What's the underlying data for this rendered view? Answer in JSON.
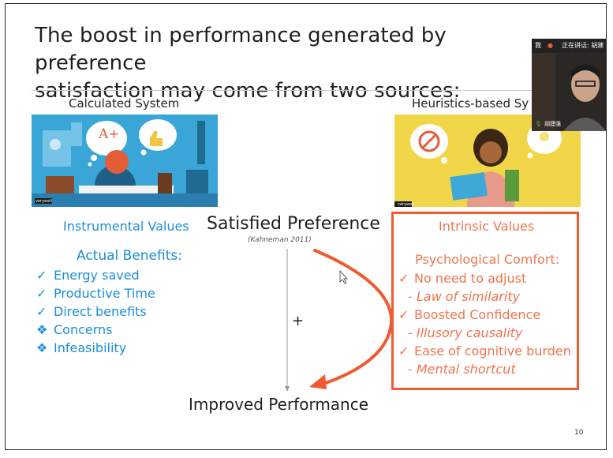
{
  "slide": {
    "title_line1": "The boost in performance generated by preference",
    "title_line2": "satisfaction may come from two sources:",
    "page_number": "10"
  },
  "left": {
    "heading": "Calculated System",
    "values_label": "Instrumental Values",
    "benefits_heading": "Actual Benefits:",
    "items": [
      {
        "mark": "✓",
        "text": "Energy saved"
      },
      {
        "mark": "✓",
        "text": "Productive Time"
      },
      {
        "mark": "✓",
        "text": "Direct benefits"
      },
      {
        "mark": "❖",
        "text": "Concerns"
      },
      {
        "mark": "❖",
        "text": "Infeasibility"
      }
    ],
    "image_logo": "verywell",
    "image_grade": "A+"
  },
  "center": {
    "title": "Satisfied Preference",
    "citation": "(Kahneman 2011)",
    "plus": "+",
    "bottom": "Improved Performance"
  },
  "right": {
    "heading": "Heuristics-based Sy",
    "values_label": "Intrinsic Values",
    "comfort_heading": "Psychological Comfort:",
    "items": [
      {
        "mark": "✓",
        "text": "No need to adjust",
        "sub": "- Law of similarity"
      },
      {
        "mark": "✓",
        "text": "Boosted Confidence",
        "sub": "- Illusory causality"
      },
      {
        "mark": "✓",
        "text": "Ease of cognitive burden",
        "sub": "- Mental shortcut"
      }
    ],
    "image_logo": "verywell"
  },
  "video": {
    "self_label": "我",
    "speaking_label": "正在讲话: 胡建强",
    "name_label": "胡建强"
  },
  "colors": {
    "blue": "#1a8fd6",
    "orange": "#f0744d",
    "red_box": "#ef5a30"
  }
}
